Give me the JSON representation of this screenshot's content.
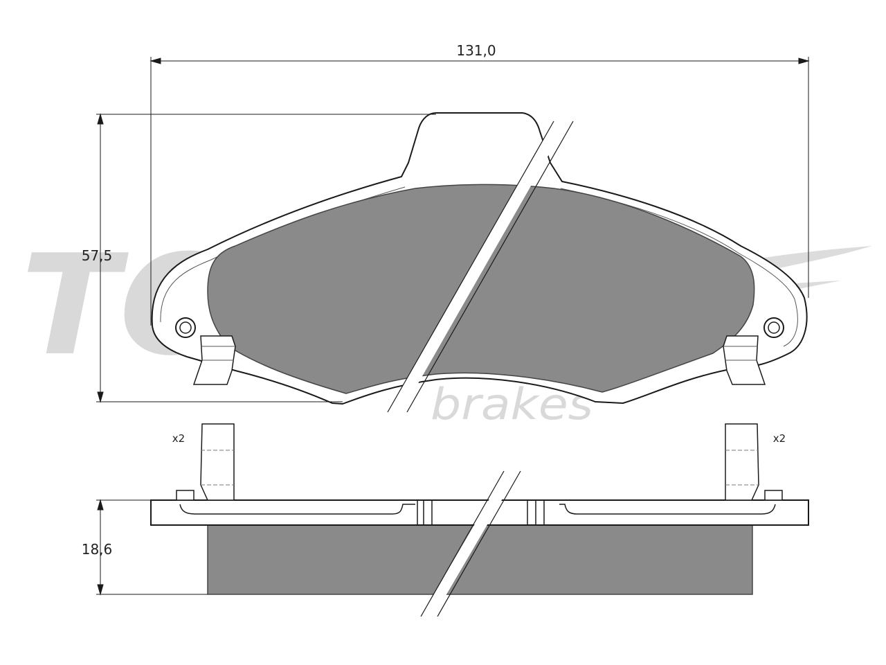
{
  "dimensions": {
    "width_label": "131,0",
    "height_label": "57,5",
    "thickness_label": "18,6"
  },
  "notes": {
    "left_clip_qty": "x2",
    "right_clip_qty": "x2"
  },
  "watermark": {
    "brand": "TOMEX",
    "tagline": "brakes"
  },
  "colors": {
    "line": "#1a1a1a",
    "friction": "#8a8a8a",
    "watermark": "#d9d9d9",
    "background": "#ffffff"
  }
}
